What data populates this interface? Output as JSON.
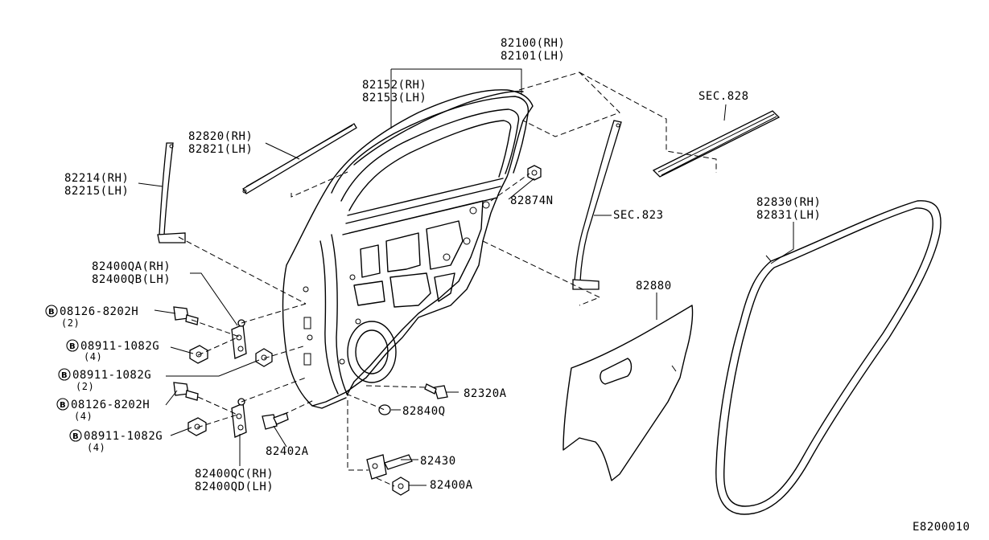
{
  "diagram_code": "E8200010",
  "labels": {
    "door_panel": [
      "82100(RH)",
      "82101(LH)"
    ],
    "sash_seal": [
      "82152(RH)",
      "82153(LH)"
    ],
    "outer_moulding": [
      "82820(RH)",
      "82821(LH)"
    ],
    "sash_rear": [
      "82214(RH)",
      "82215(LH)"
    ],
    "hinge_upper": [
      "82400QA(RH)",
      "82400QB(LH)"
    ],
    "hinge_lower": [
      "82400QC(RH)",
      "82400QD(LH)"
    ],
    "sec828": "SEC.828",
    "sec823": "SEC.823",
    "clip_82874n": "82874N",
    "weatherstrip": [
      "82830(RH)",
      "82831(LH)"
    ],
    "sealing_screen": "82880",
    "bolt_82320a": "82320A",
    "plug_82840q": "82840Q",
    "bolt_82402a": "82402A",
    "check_link": "82430",
    "bolt_82400a": "82400A"
  },
  "fasteners": [
    {
      "badge": "B",
      "part": "08126-8202H",
      "qty": "(2)"
    },
    {
      "badge": "B",
      "part": "08911-1082G",
      "qty": "(4)"
    },
    {
      "badge": "B",
      "part": "08911-1082G",
      "qty": "(2)"
    },
    {
      "badge": "B",
      "part": "08126-8202H",
      "qty": "(4)"
    },
    {
      "badge": "B",
      "part": "08911-1082G",
      "qty": "(4)"
    }
  ]
}
